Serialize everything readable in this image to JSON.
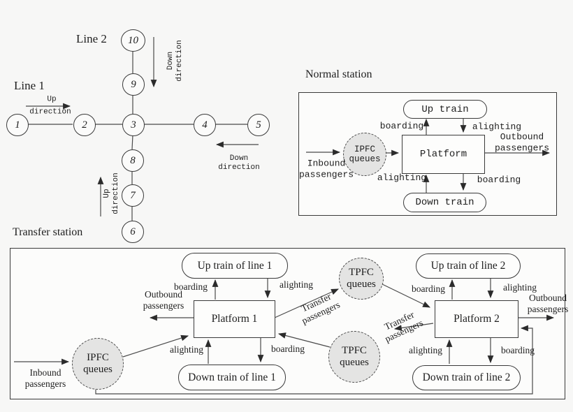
{
  "network": {
    "line1_label": "Line 1",
    "line2_label": "Line 2",
    "nodes": [
      "1",
      "2",
      "3",
      "4",
      "5",
      "6",
      "7",
      "8",
      "9",
      "10"
    ],
    "up_direction_horizontal": {
      "line1": "Up",
      "line2": "direction"
    },
    "down_direction_vertical": {
      "line1": "Down",
      "line2": "direction"
    },
    "down_direction_horizontal": {
      "line1": "Down",
      "line2": "direction"
    },
    "up_direction_vertical": {
      "line1": "Up",
      "line2": "direction"
    }
  },
  "normal_station": {
    "title": "Normal station",
    "up_train": "Up train",
    "platform": "Platform",
    "down_train": "Down train",
    "ipfc_queue": {
      "line1": "IPFC",
      "line2": "queues"
    },
    "boarding_up": "boarding",
    "alighting_up": "alighting",
    "alighting_down": "alighting",
    "boarding_down": "boarding",
    "inbound": {
      "line1": "Inbound",
      "line2": "passengers"
    },
    "outbound": {
      "line1": "Outbound",
      "line2": "passengers"
    }
  },
  "transfer_station": {
    "title": "Transfer station",
    "up_train_1": "Up train of line 1",
    "platform_1": "Platform 1",
    "down_train_1": "Down train of line 1",
    "up_train_2": "Up train of line 2",
    "platform_2": "Platform 2",
    "down_train_2": "Down train of line 2",
    "ipfc_queue": {
      "line1": "IPFC",
      "line2": "queues"
    },
    "tpfc_queue_upper": {
      "line1": "TPFC",
      "line2": "queues"
    },
    "tpfc_queue_lower": {
      "line1": "TPFC",
      "line2": "queues"
    },
    "boarding_up1": "boarding",
    "alighting_up1": "alighting",
    "alighting_down1": "alighting",
    "boarding_down1": "boarding",
    "tpfc_boarding": "boarding",
    "boarding_up2": "boarding",
    "alighting_up2": "alighting",
    "alighting_down2": "alighting",
    "boarding_down2": "boarding",
    "inbound": {
      "line1": "Inbound",
      "line2": "passengers"
    },
    "outbound_1": {
      "line1": "Outbound",
      "line2": "passengers"
    },
    "outbound_2": {
      "line1": "Outbound",
      "line2": "passengers"
    },
    "transfer_upper": {
      "line1": "Transfer",
      "line2": "passengers"
    },
    "transfer_lower": {
      "line1": "Transfer",
      "line2": "passengers"
    }
  },
  "colors": {
    "stroke": "#3a3a3a",
    "queue_fill": "#e4e4e3",
    "background": "#f7f7f6"
  }
}
